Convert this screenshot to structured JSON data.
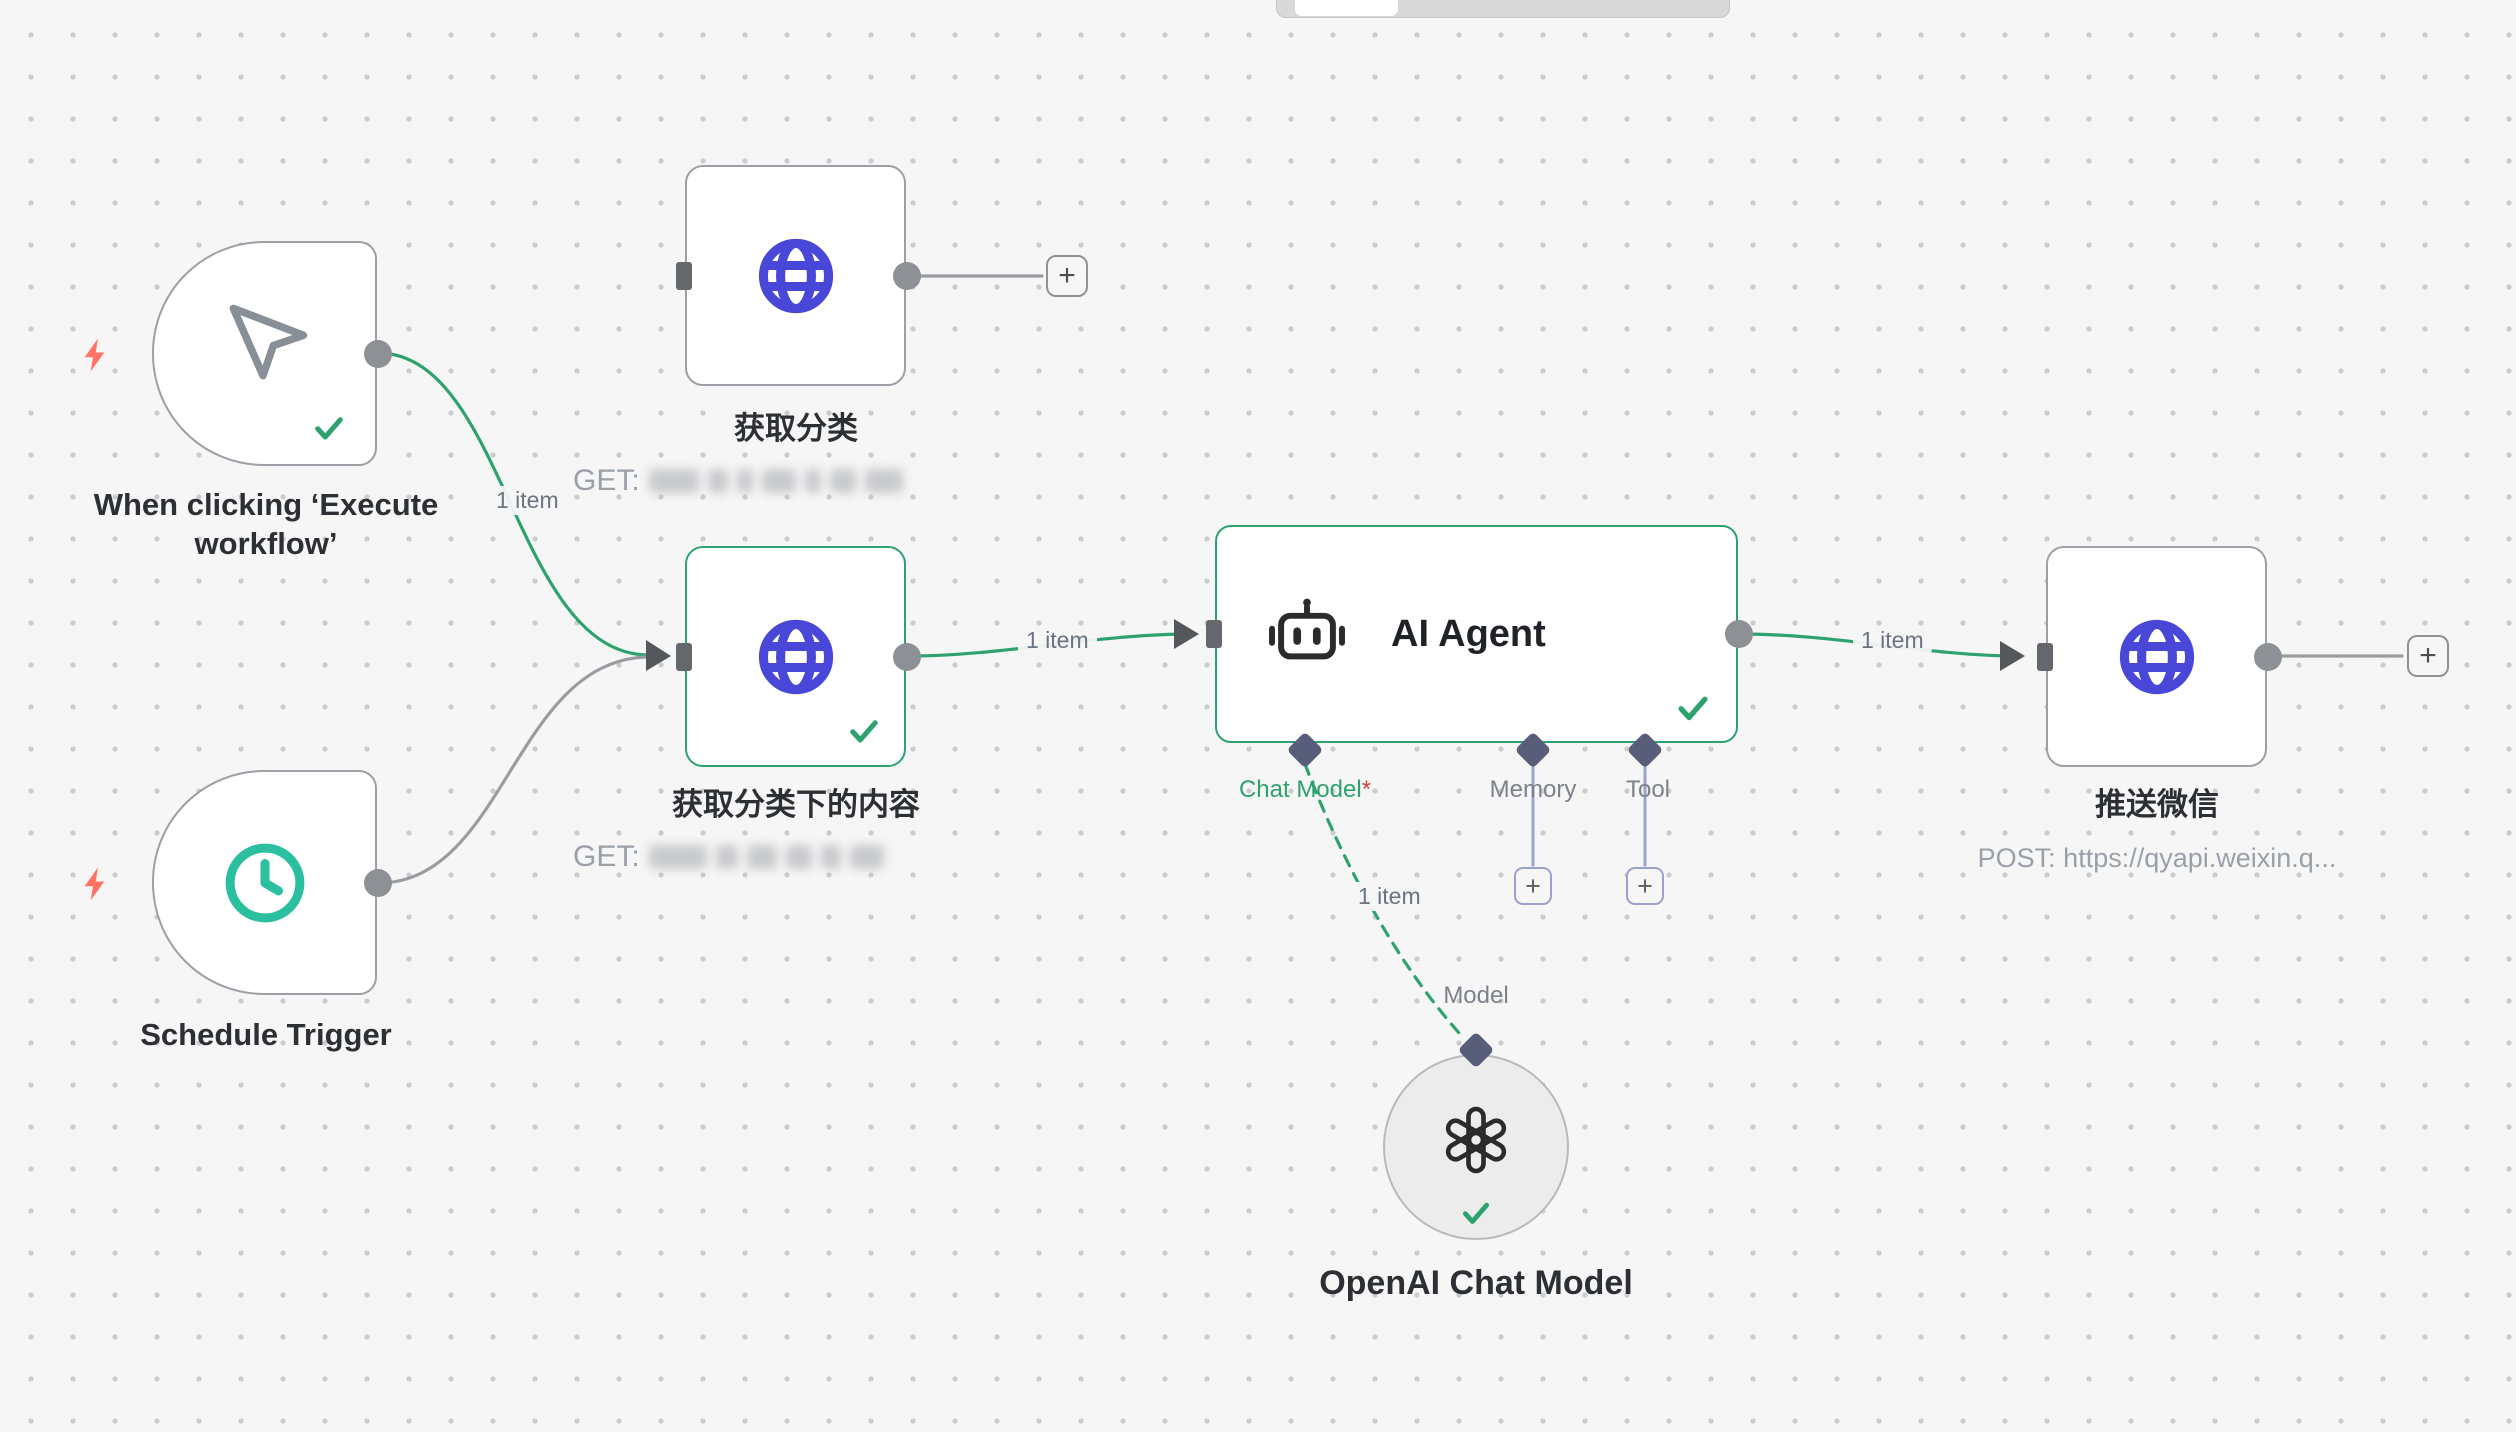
{
  "ui": {
    "plus": "+"
  },
  "edges": {
    "item_count": "1 item"
  },
  "nodes": {
    "when_click": {
      "label": "When clicking ‘Execute workflow’"
    },
    "schedule": {
      "label": "Schedule Trigger"
    },
    "get_categories": {
      "label": "获取分类",
      "method": "GET:"
    },
    "get_content": {
      "label": "获取分类下的内容",
      "method": "GET:"
    },
    "ai_agent": {
      "label": "AI Agent",
      "ports": {
        "chat_model": "Chat Model",
        "required_mark": "*",
        "memory": "Memory",
        "tool": "Tool"
      }
    },
    "openai": {
      "label": "OpenAI Chat Model",
      "port_label": "Model"
    },
    "wechat": {
      "label": "推送微信",
      "method": "POST: https://qyapi.weixin.q..."
    }
  },
  "colors": {
    "success_green": "#2ea26e",
    "http_blue": "#4947d8",
    "trigger_coral": "#ff7264",
    "schedule_teal": "#2abf9e",
    "port_slate": "#585d7a",
    "sub_line": "#9ba1c9",
    "edge_gray": "#999da1"
  }
}
